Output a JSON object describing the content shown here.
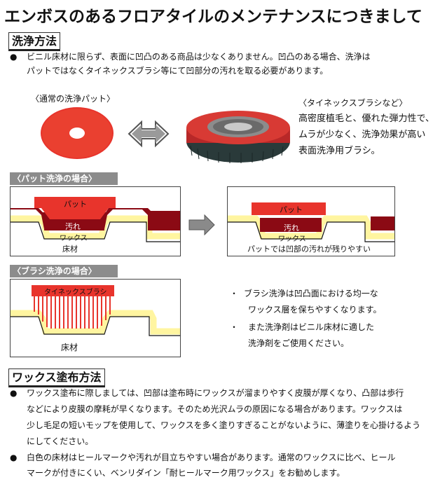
{
  "page_title": "エンボスのあるフロアタイルのメンテナンスにつきまして",
  "cleaning": {
    "heading": "洗浄方法",
    "bullet": "●",
    "intro_lines": [
      "ビニル床材に限らず、表面に凹凸のある商品は少なくありません。凹凸のある場合、洗浄は",
      "パットではなくタイネックスブラシ等にて凹部分の汚れを取る必要があります。"
    ],
    "pad_caption": "〈通常の洗浄パット〉",
    "brush_caption": "〈タイネックスブラシなど〉",
    "brush_desc_lines": [
      "高密度植毛と、優れた弾力性で、",
      "ムラが少なく、洗浄効果が高い",
      "表面洗浄用ブラシ。"
    ],
    "pad_case_label": "〈パット洗浄の場合〉",
    "brush_case_label": "〈ブラシ洗浄の場合〉",
    "diagram_labels": {
      "pad": "パット",
      "dirt": "汚れ",
      "wax": "ワックス",
      "floor": "床材",
      "after_note": "パットでは凹部の汚れが残りやすい",
      "brush": "タイネックスブラシ"
    },
    "brush_notes": [
      {
        "mark": "・",
        "lines": [
          "ブラシ洗浄は凹凸面における均一な",
          "ワックス層を保ちやすくなります。"
        ]
      },
      {
        "mark": "・",
        "lines": [
          "また洗浄剤はビニル床材に適した",
          "洗浄剤をご使用ください。"
        ]
      }
    ]
  },
  "wax": {
    "heading": "ワックス塗布方法",
    "bullet": "●",
    "para1_lines": [
      "ワックス塗布に際しましては、凹部は塗布時にワックスが溜まりやすく皮膜が厚くなり、凸部は歩行",
      "などにより皮膜の摩耗が早くなります。そのため光沢ムラの原因になる場合があります。ワックスは",
      "少し毛足の短いモップを使用して、ワックスを多く塗りすぎることがないように、薄塗りを心掛けるよう",
      "にしてください。"
    ],
    "para2_lines": [
      "白色の床材はヒールマークや汚れが目立ちやすい場合があります。通常のワックスに比べ、ヒール",
      "マークが付きにくい、ベンリダイン「耐ヒールマーク用ワックス」をお勧めします。"
    ]
  },
  "colors": {
    "pad_red": "#e8342c",
    "dirt_maroon": "#8b0a14",
    "wax_yellow": "#fff5a0",
    "label_gray": "#8c8c8c"
  }
}
